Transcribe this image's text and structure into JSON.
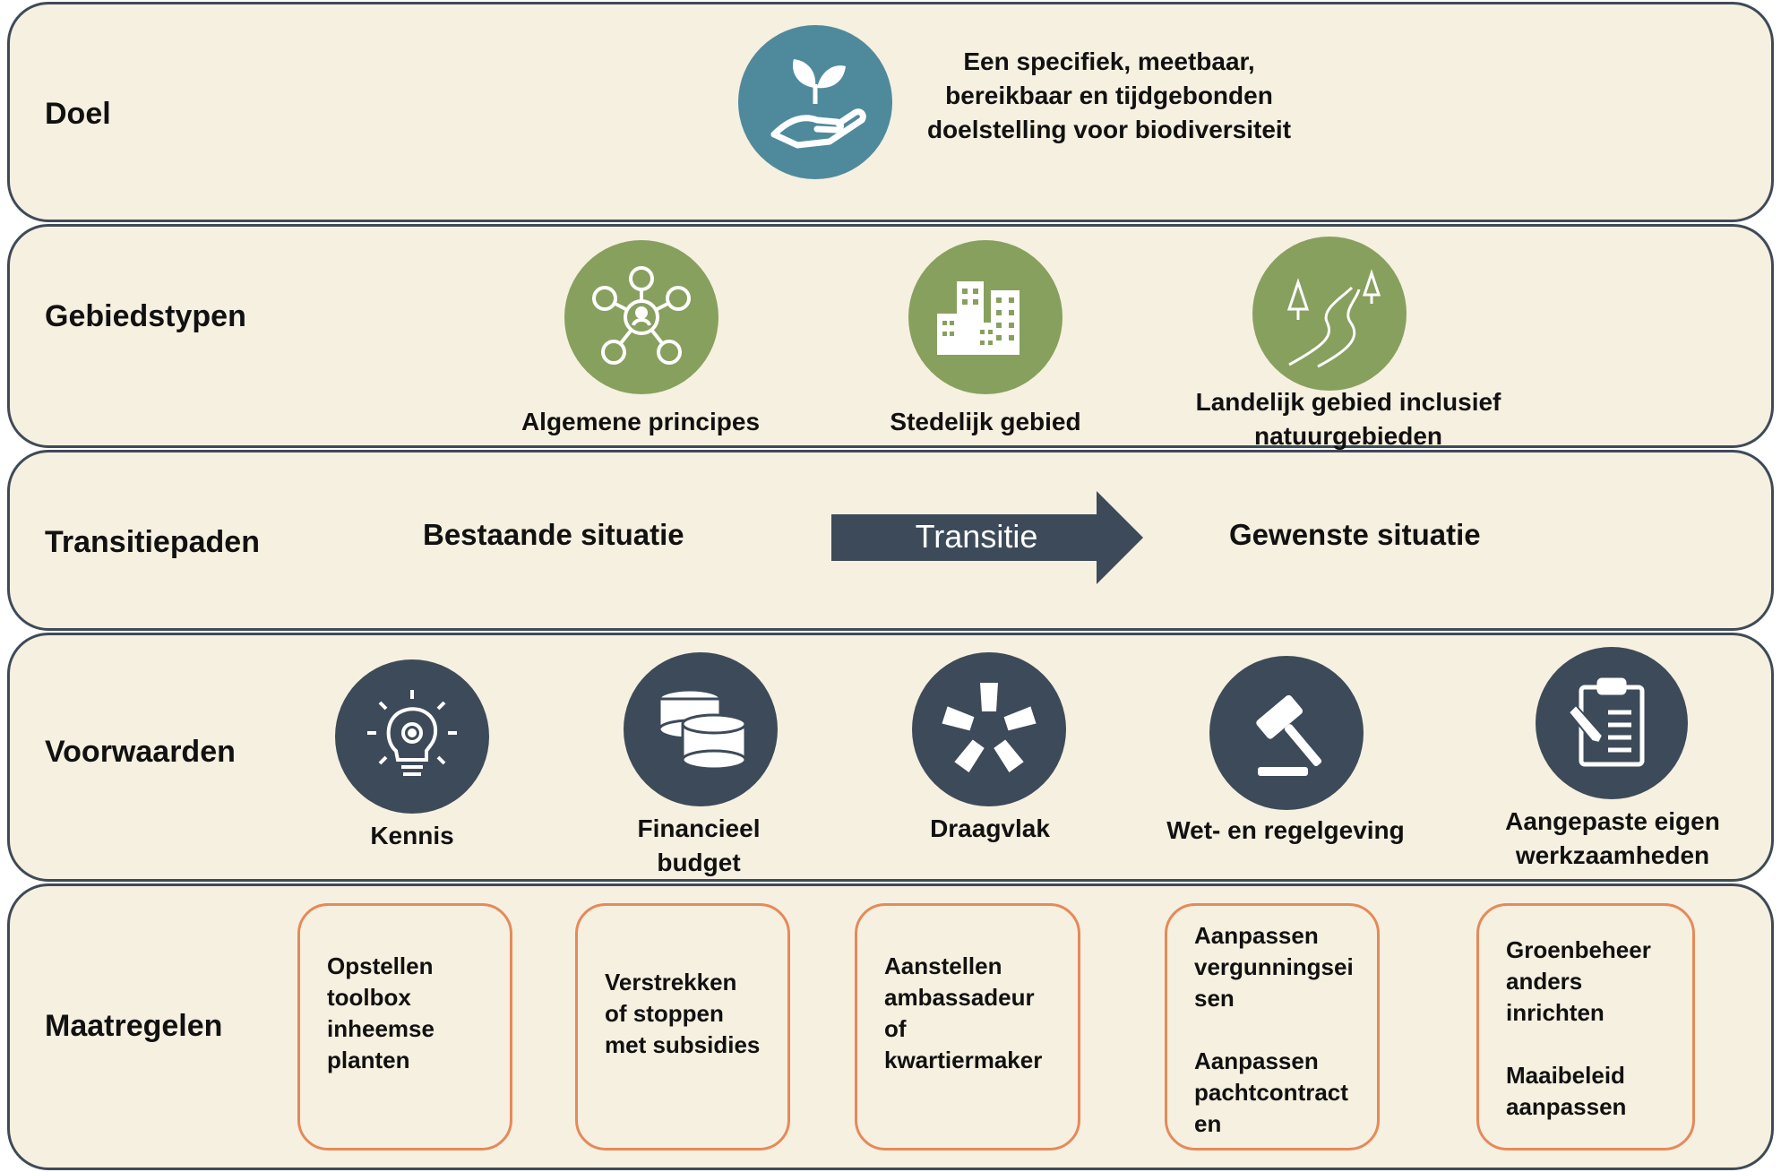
{
  "rows": {
    "goal": {
      "label": "Doel",
      "icon": "hand-plant-icon",
      "text": "Een specifiek, meetbaar,\nbereikbaar en tijdgebonden\ndoelstelling voor biodiversiteit"
    },
    "area_types": {
      "label": "Gebiedstypen",
      "items": [
        {
          "icon": "network-people-icon",
          "label": "Algemene principes"
        },
        {
          "icon": "city-buildings-icon",
          "label": "Stedelijk gebied"
        },
        {
          "icon": "rural-road-trees-icon",
          "label": "Landelijk gebied inclusief\nnatuurgebieden"
        }
      ]
    },
    "transition": {
      "label": "Transitiepaden",
      "current": "Bestaande situatie",
      "arrow_label": "Transitie",
      "desired": "Gewenste situatie"
    },
    "conditions": {
      "label": "Voorwaarden",
      "items": [
        {
          "icon": "lightbulb-gear-icon",
          "label": "Kennis"
        },
        {
          "icon": "coins-icon",
          "label": "Financieel\nbudget"
        },
        {
          "icon": "joined-hands-icon",
          "label": "Draagvlak"
        },
        {
          "icon": "gavel-icon",
          "label": "Wet- en regelgeving"
        },
        {
          "icon": "clipboard-pencil-icon",
          "label": "Aangepaste eigen\nwerkzaamheden"
        }
      ]
    },
    "measures": {
      "label": "Maatregelen",
      "items": [
        "Opstellen\ntoolbox\ninheemse\nplanten",
        "Verstrekken\nof stoppen\nmet subsidies",
        "Aanstellen\nambassadeur\nof\nkwartiermaker",
        "Aanpassen\nvergunningsei\nsen\n\nAanpassen\npachtcontract\nen",
        "Groenbeheer\nanders\ninrichten\n\nMaaibeleid\naanpassen"
      ]
    }
  },
  "colors": {
    "band_bg": "#f6f0e0",
    "band_border": "#3f4a57",
    "goal_circle": "#4f8a9c",
    "area_circle": "#87a05e",
    "condition_circle": "#3d4a59",
    "arrow": "#3d4a59",
    "measure_border": "#e58a5a"
  }
}
